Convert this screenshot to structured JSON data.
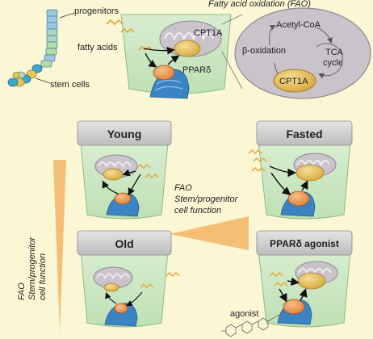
{
  "top_panel": {
    "label_progenitors": "progenitors",
    "label_stem_cells": "stem cells",
    "label_fatty_acids": "fatty acids",
    "label_cpt1a": "CPT1A",
    "label_ppard": "PPARδ"
  },
  "fao_panel": {
    "title": "Fatty acid oxidation (FAO)",
    "label_acetyl_coa": "Acetyl-CoA",
    "label_beta_oxidation": "β-oxidation",
    "label_tca_line1": "TCA",
    "label_tca_line2": "cycle",
    "label_cpt1a": "CPT1A"
  },
  "conditions": {
    "young": "Young",
    "fasted": "Fasted",
    "old": "Old",
    "agonist_condition": "PPARδ agonist",
    "agonist_label": "agonist"
  },
  "right_gradient_text": {
    "line1": "FAO",
    "line2": "Stem/progenitor",
    "line3": "cell function"
  },
  "left_gradient_text": {
    "line1": "FAO",
    "line2": "Stem/progenitor",
    "line3": "cell function"
  },
  "colors": {
    "background": "#FBF7D4",
    "cell_fill": "#CFE7C6",
    "mitochondrion": "#C9C3CA",
    "cpt1a": "#E9C157",
    "ppard": "#E9934F",
    "dna": "#3B84C4",
    "gradient": "#F4B76B",
    "fatty_acid": "#E3A63D"
  }
}
